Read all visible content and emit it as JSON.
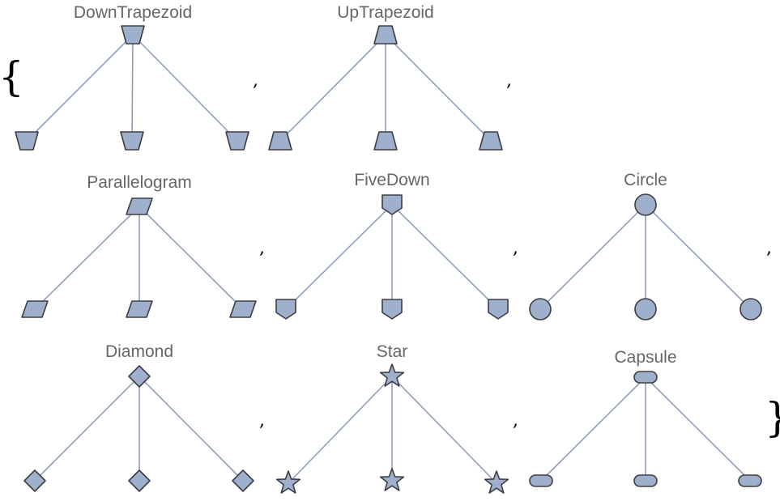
{
  "list": {
    "open_brace": "{",
    "close_brace": "}",
    "separator": ","
  },
  "graphs": [
    {
      "id": "downtrapezoid",
      "title": "DownTrapezoid",
      "shape": "down-trapezoid"
    },
    {
      "id": "uptrapezoid",
      "title": "UpTrapezoid",
      "shape": "up-trapezoid"
    },
    {
      "id": "parallelogram",
      "title": "Parallelogram",
      "shape": "parallelogram"
    },
    {
      "id": "fivedown",
      "title": "FiveDown",
      "shape": "five-down"
    },
    {
      "id": "circle",
      "title": "Circle",
      "shape": "circle"
    },
    {
      "id": "diamond",
      "title": "Diamond",
      "shape": "diamond"
    },
    {
      "id": "star",
      "title": "Star",
      "shape": "star"
    },
    {
      "id": "capsule",
      "title": "Capsule",
      "shape": "capsule"
    }
  ],
  "colors": {
    "vertex_fill": "#9fb0cc",
    "vertex_stroke": "#3d3d46",
    "edge": "#8fa0b8",
    "title": "#666666"
  }
}
